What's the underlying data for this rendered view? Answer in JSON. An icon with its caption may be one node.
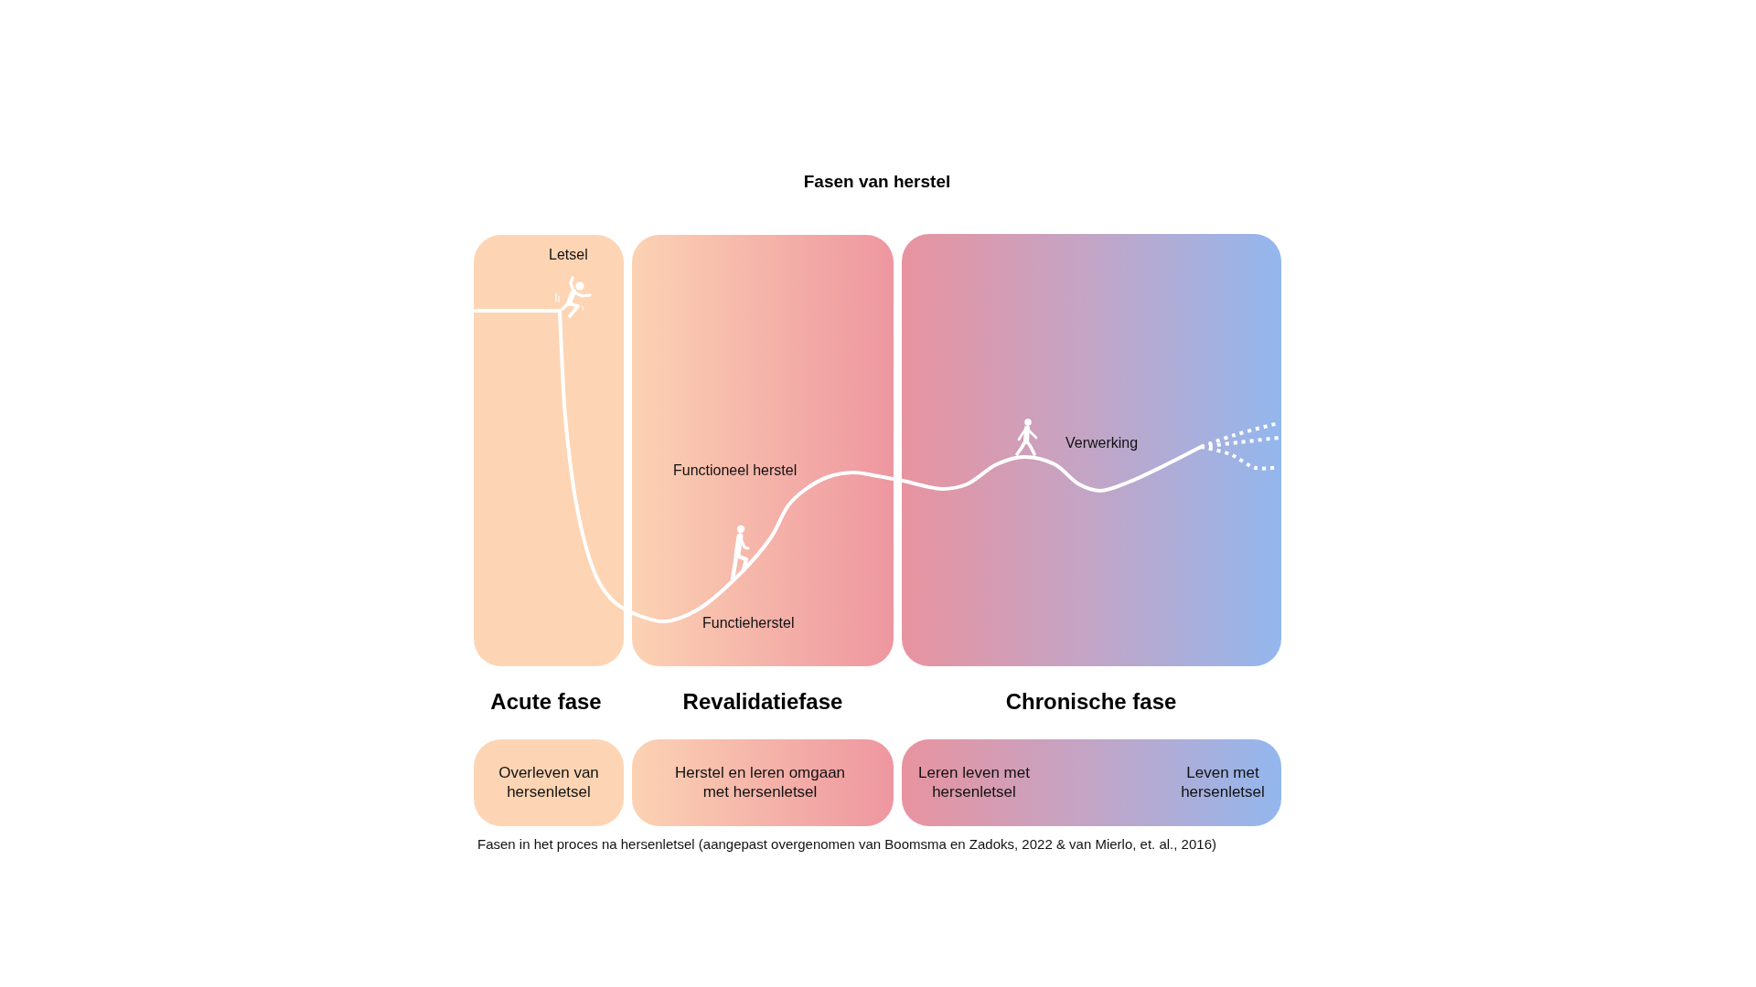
{
  "diagram": {
    "title": "Fasen van herstel",
    "caption": "Fasen in het proces na hersenletsel (aangepast overgenomen van Boomsma en Zadoks, 2022 & van Mierlo, et. al., 2016)",
    "nodes": [
      {
        "text": [
          "Letsel"
        ]
      },
      {
        "text": [
          "Functioneel herstel",
          "Functieherstel"
        ]
      },
      {
        "text": [
          "Verwerking"
        ]
      },
      {
        "text": [
          "Overleven van hersenletsel"
        ]
      },
      {
        "text": [
          "Herstel en leren omgaan met hersenletsel"
        ]
      },
      {
        "text": [
          "Leren leven met hersenletsel",
          "Leven met hersenletsel"
        ]
      }
    ],
    "labels": [
      "Acute fase",
      "Revalidatiefase",
      "Chronische fase"
    ]
  }
}
